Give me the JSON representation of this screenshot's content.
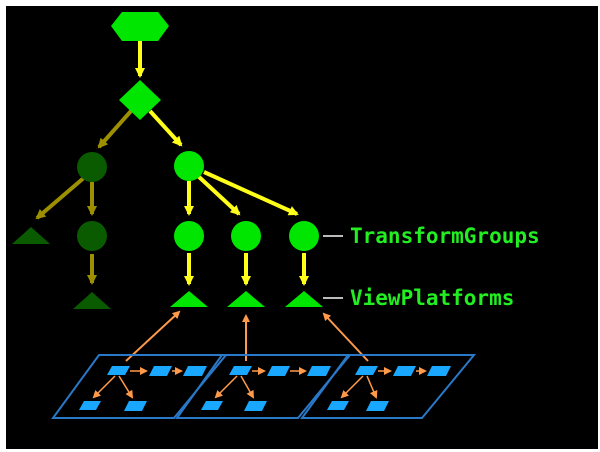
{
  "labels": {
    "transform_groups": "TransformGroups",
    "view_platforms": "ViewPlatforms"
  },
  "colors": {
    "background": "#000000",
    "frame": "#ffffff",
    "bright_green": "#00e600",
    "dark_green": "#0a5a00",
    "edge_yellow": "#ffff1a",
    "edge_olive": "#9c9000",
    "label_green": "#22ee22",
    "orange": "#ff9a4a",
    "panel_border": "#2a78c8",
    "tile_blue": "#1aa7ff"
  },
  "icons": {
    "root": "hexagon-node",
    "branch": "diamond-node",
    "group": "circle-node",
    "leaf": "triangle-node",
    "screen": "parallelogram-panel"
  }
}
